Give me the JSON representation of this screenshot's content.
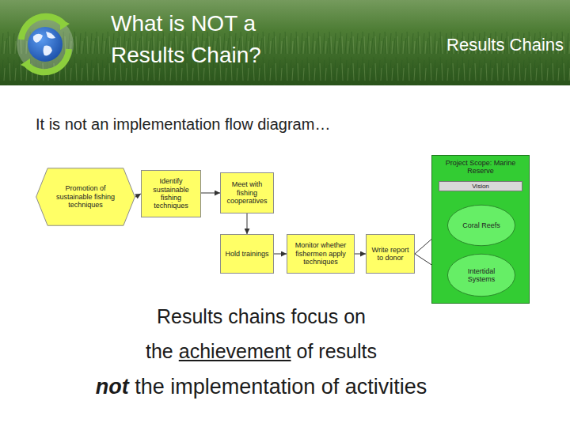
{
  "diagram": {
    "title": "What is NOT a Results Chain?",
    "nodes": [
      {
        "text": [
          "Promotion of sustainable fishing techniques"
        ]
      },
      {
        "text": [
          "Identify sustainable fishing techniques"
        ]
      },
      {
        "text": [
          "Meet with fishing cooperatives"
        ]
      },
      {
        "text": [
          "Hold trainings"
        ]
      },
      {
        "text": [
          "Monitor whether fishermen apply techniques"
        ]
      },
      {
        "text": [
          "Write report to donor"
        ]
      },
      {
        "text": [
          "Project Scope: Marine Reserve"
        ]
      },
      {
        "text": [
          "Vision"
        ],
        "in": 6
      },
      {
        "text": [
          "Coral Reefs"
        ],
        "in": 6
      },
      {
        "text": [
          "Intertidal Systems"
        ],
        "in": 6
      }
    ],
    "edges": [
      {
        "from": 0,
        "to": 1,
        "arrow": "to"
      },
      {
        "from": 1,
        "to": 2,
        "arrow": "to"
      },
      {
        "from": 2,
        "to": 3,
        "arrow": "to"
      },
      {
        "from": 3,
        "to": 4,
        "arrow": "to"
      },
      {
        "from": 4,
        "to": 5,
        "arrow": "to"
      },
      {
        "from": 5,
        "to": 8,
        "arrow": "to"
      },
      {
        "from": 5,
        "to": 9,
        "arrow": "to"
      }
    ],
    "labels": [
      "Results Chains",
      "It is not an implementation flow diagram…",
      "Results chains focus on",
      "the",
      "achievement",
      "of results",
      "not",
      "the implementation of activities"
    ]
  }
}
